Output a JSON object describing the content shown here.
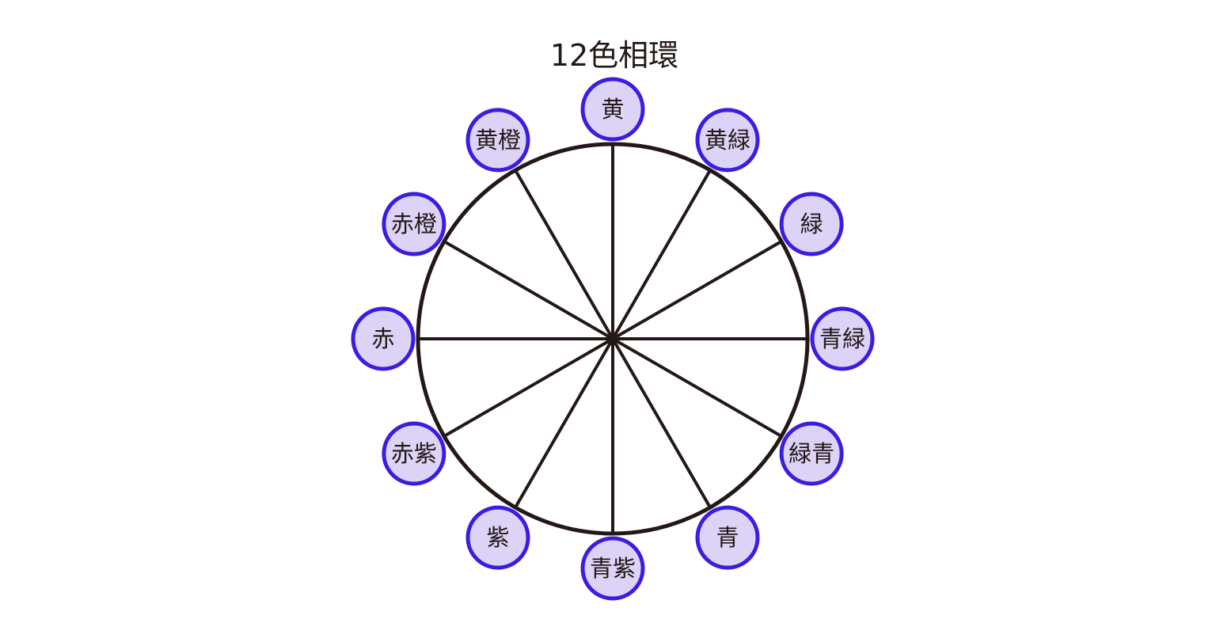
{
  "title": "12色相環",
  "colors": {
    "line": "#231815",
    "node_fill": "#dcd3f7",
    "node_stroke": "#3a1de0",
    "background": "#ffffff"
  },
  "hues": [
    {
      "label": "黄"
    },
    {
      "label": "黄緑"
    },
    {
      "label": "緑"
    },
    {
      "label": "青緑"
    },
    {
      "label": "緑青"
    },
    {
      "label": "青"
    },
    {
      "label": "青紫"
    },
    {
      "label": "紫"
    },
    {
      "label": "赤紫"
    },
    {
      "label": "赤"
    },
    {
      "label": "赤橙"
    },
    {
      "label": "黄橙"
    }
  ]
}
